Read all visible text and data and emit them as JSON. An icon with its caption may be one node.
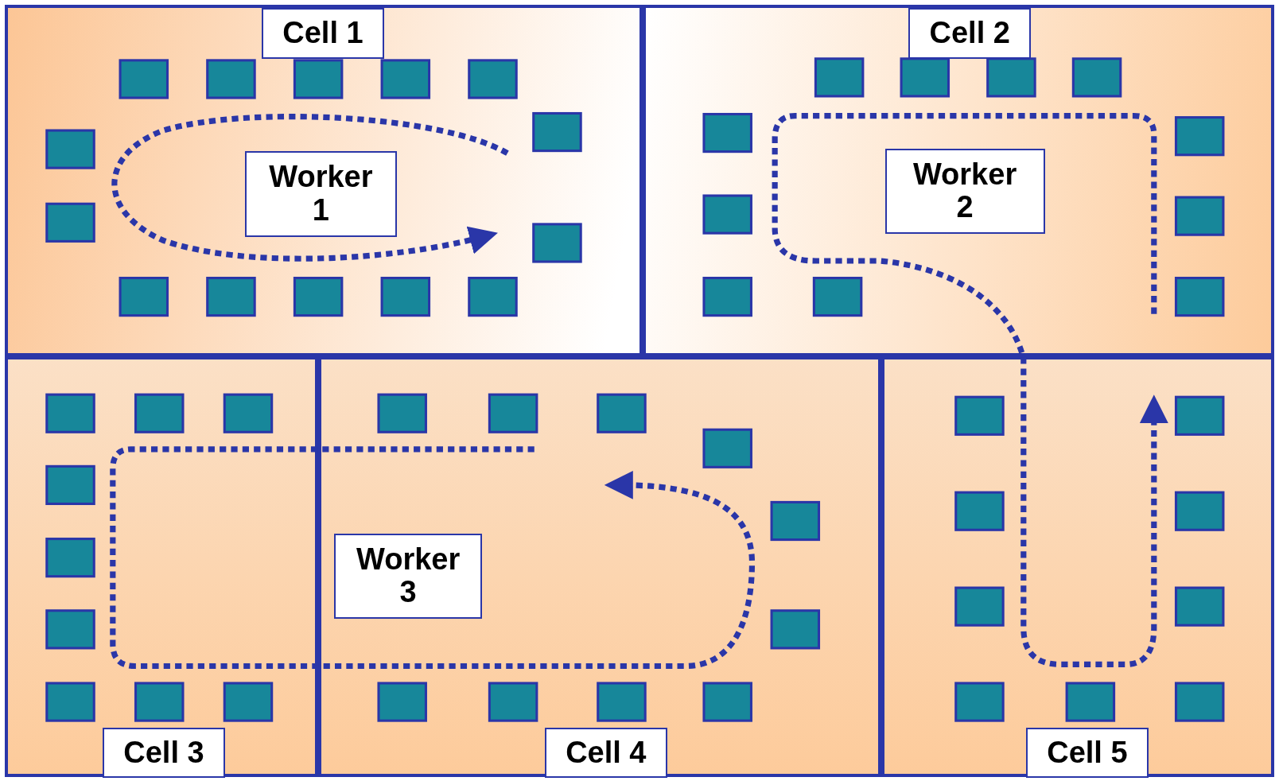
{
  "diagram": {
    "nodes": [
      {
        "text": [
          "Cell 1"
        ]
      },
      {
        "text": [
          "Worker 1"
        ],
        "in": 0
      },
      {
        "text": [
          "Cell 2"
        ]
      },
      {
        "text": [
          "Worker 2"
        ],
        "in": 2
      },
      {
        "text": [
          "Cell 3"
        ]
      },
      {
        "text": [
          "Cell 4"
        ]
      },
      {
        "text": [
          "Worker 3"
        ],
        "in": 5
      },
      {
        "text": [
          "Cell 5"
        ]
      }
    ],
    "edges": []
  }
}
